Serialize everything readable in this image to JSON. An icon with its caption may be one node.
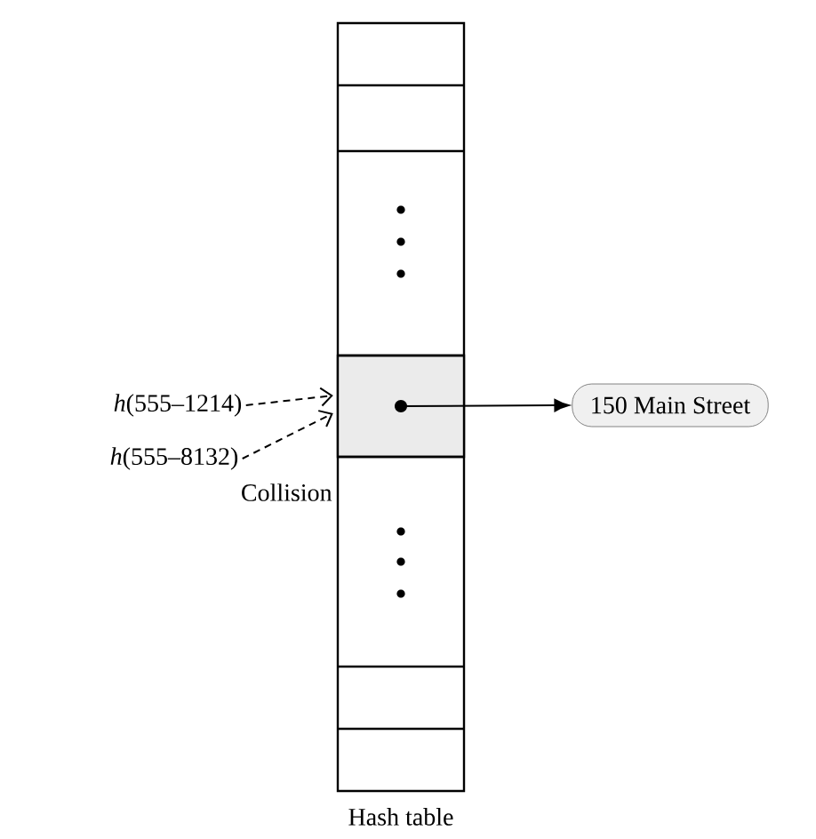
{
  "diagram": {
    "nodes": [
      {
        "text": [
          "Hash table"
        ]
      },
      {
        "text": [],
        "shape": "box",
        "in": 0
      },
      {
        "text": [
          "*h*(555–1214)"
        ]
      },
      {
        "text": [
          "*h*(555–8132)"
        ]
      },
      {
        "text": [
          "150 Main Street"
        ]
      }
    ],
    "edges": [
      {
        "from": 2,
        "to": 1,
        "arrow": "to",
        "style": "dashed"
      },
      {
        "from": 3,
        "to": 1,
        "arrow": "to",
        "style": "dashed"
      },
      {
        "from": 1,
        "to": 4,
        "arrow": "to"
      }
    ],
    "labels": [
      "Collision"
    ]
  }
}
